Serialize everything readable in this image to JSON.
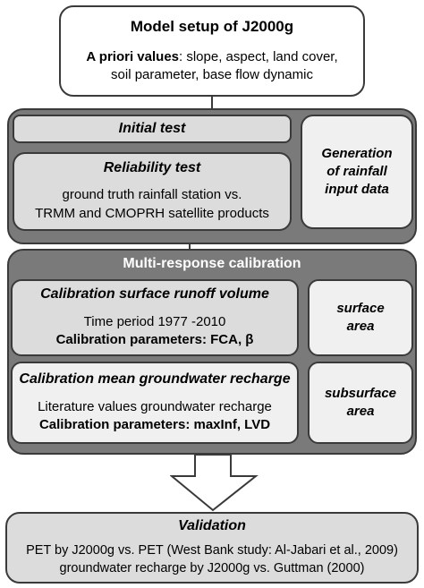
{
  "model_setup": {
    "title": "Model setup of J2000g",
    "a_priori_label": "A priori values",
    "a_priori_text": ": slope, aspect, land cover,",
    "a_priori_line2": "soil parameter, base flow dynamic"
  },
  "input_stage": {
    "initial_test": "Initial test",
    "reliability_title": "Reliability test",
    "reliability_line1": "ground truth rainfall station vs.",
    "reliability_line2": "TRMM and CMOPRH satellite products",
    "generation_line1": "Generation",
    "generation_line2": "of rainfall",
    "generation_line3": "input data"
  },
  "calibration": {
    "title": "Multi-response calibration",
    "runoff": {
      "title": "Calibration surface runoff volume",
      "line1": "Time period 1977 -2010",
      "params": "Calibration parameters: FCA, β"
    },
    "surface_area_line1": "surface",
    "surface_area_line2": "area",
    "recharge": {
      "title": "Calibration mean groundwater recharge",
      "line1": "Literature values groundwater recharge",
      "params": "Calibration parameters: maxInf, LVD"
    },
    "subsurface_area_line1": "subsurface",
    "subsurface_area_line2": "area"
  },
  "validation": {
    "title": "Validation",
    "line1": "PET by J2000g vs. PET (West Bank study: Al-Jabari et al., 2009)",
    "line2": "groundwater recharge by J2000g vs. Guttman (2000)"
  }
}
